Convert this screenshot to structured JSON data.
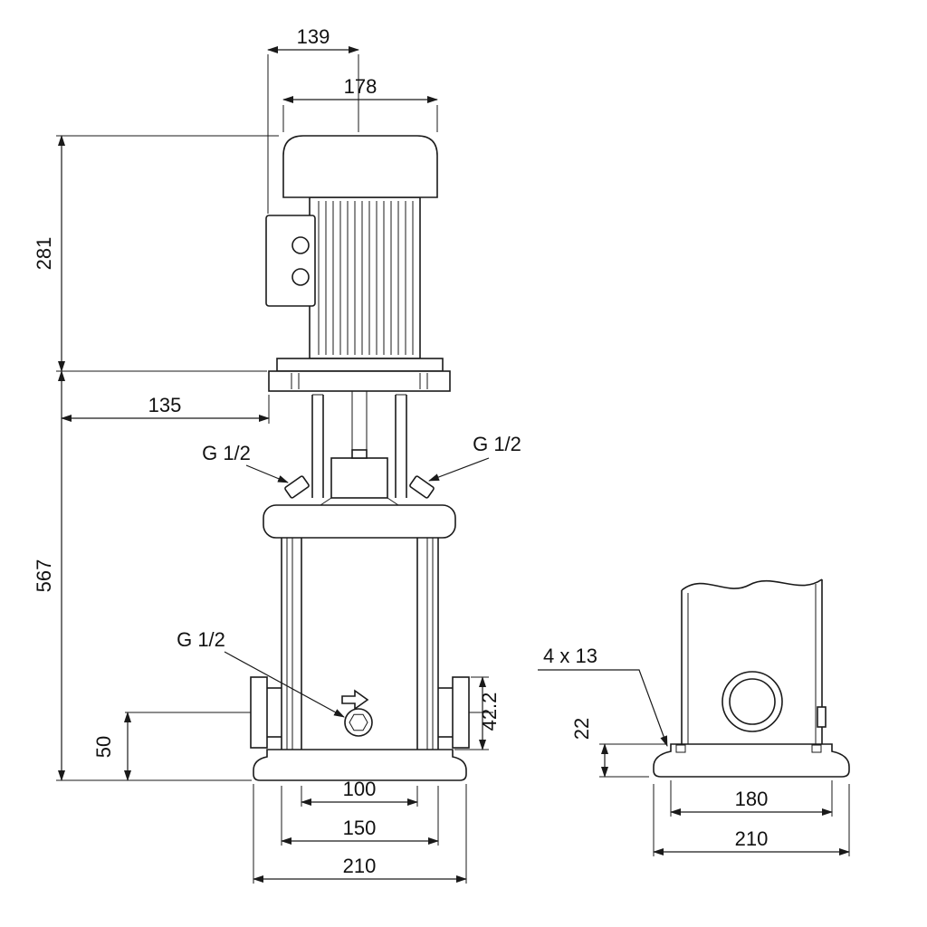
{
  "colors": {
    "line": "#1a1a1a",
    "background": "#ffffff"
  },
  "dims": {
    "d139": "139",
    "d178": "178",
    "d281": "281",
    "d135": "135",
    "d567": "567",
    "d50": "50",
    "d100": "100",
    "d150": "150",
    "d210_front": "210",
    "d42_2": "42.2",
    "d22": "22",
    "d180": "180",
    "d210_side": "210",
    "d4x13": "4 x 13",
    "g12_seal_left": "G 1/2",
    "g12_seal_right": "G 1/2",
    "g12_drain": "G 1/2"
  }
}
